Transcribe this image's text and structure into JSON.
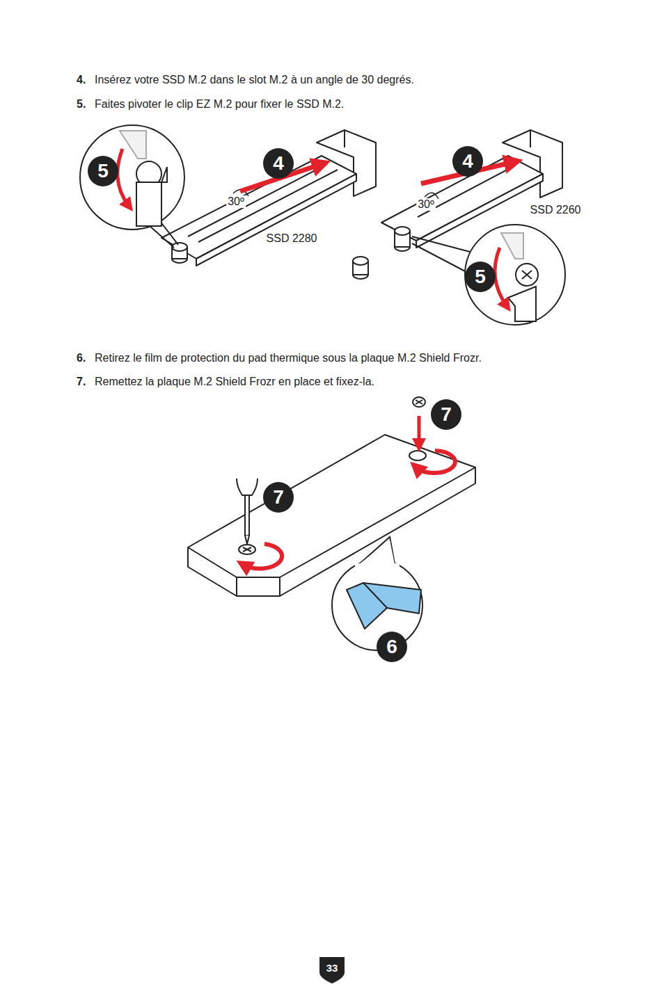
{
  "diagram": {
    "labels": [
      "4.",
      "Insérez votre SSD M.2 dans le slot M.2 à un angle de 30 degrés.",
      "5.",
      "Faites pivoter le clip EZ M.2 pour fixer le SSD M.2.",
      "5",
      "4",
      "30º",
      "SSD 2280",
      "4",
      "30º",
      "SSD 2260",
      "5",
      "6.",
      "Retirez le film de protection du pad thermique sous la plaque M.2 Shield Frozr.",
      "7.",
      "Remettez la plaque M.2 Shield Frozr en place et fixez-la.",
      "7",
      "7",
      "6",
      "33"
    ]
  }
}
